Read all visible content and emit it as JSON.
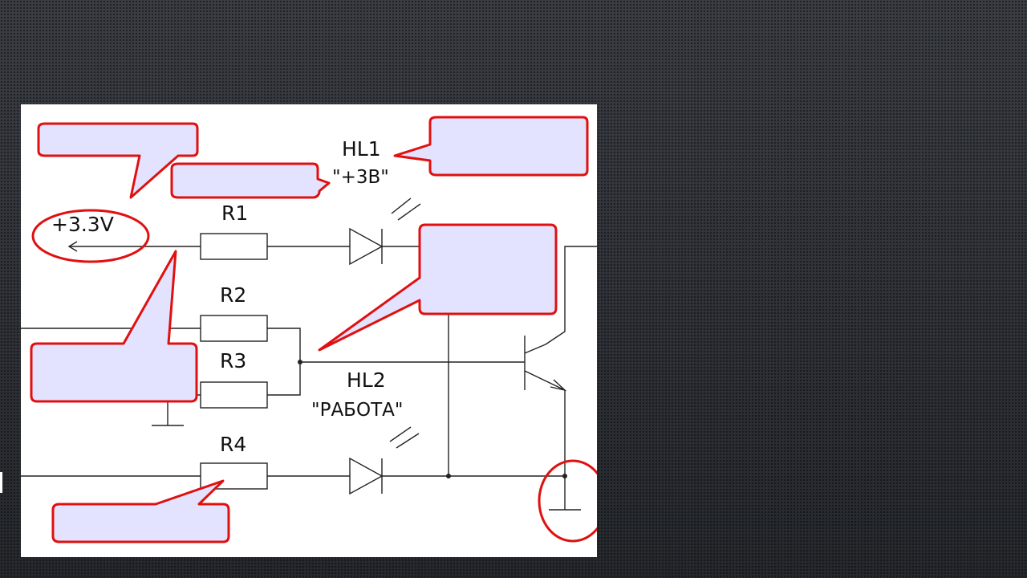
{
  "schematic": {
    "voltage_rail": "+3.3V",
    "resistors": [
      "R1",
      "R2",
      "R3",
      "R4"
    ],
    "led1": {
      "ref": "HL1",
      "name": "\"+3В\""
    },
    "led2": {
      "ref": "HL2",
      "name": "\"РАБОТА\""
    }
  },
  "colors": {
    "callout_fill": "#e3e3ff",
    "callout_stroke": "#e01010",
    "wire": "#222222"
  }
}
